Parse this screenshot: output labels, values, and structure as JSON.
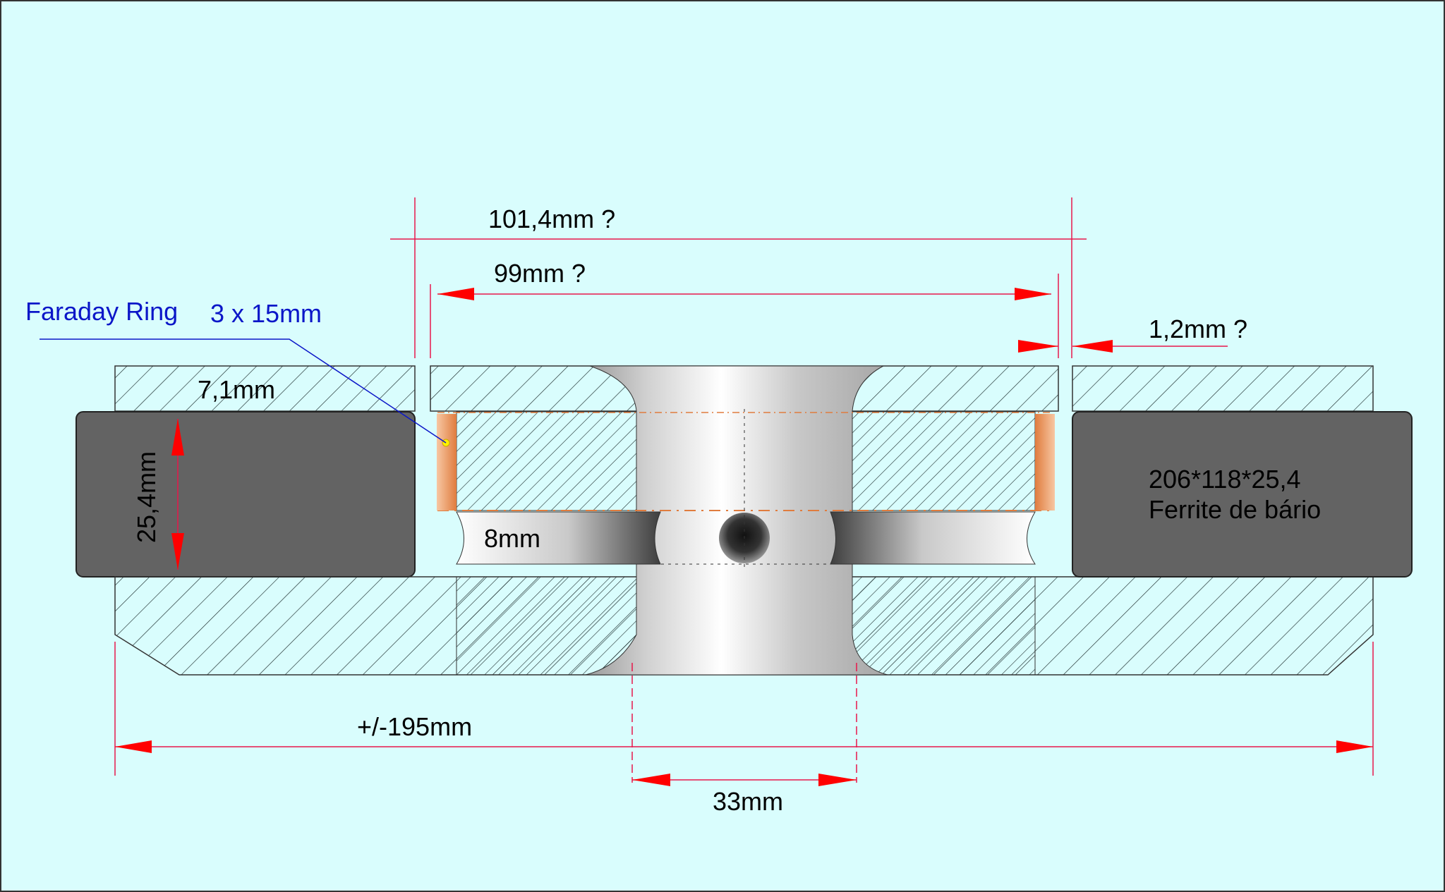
{
  "labels": {
    "faraday_ring": "Faraday Ring",
    "faraday_size": "3 x 15mm",
    "dim_101": "101,4mm  ?",
    "dim_99": "99mm  ?",
    "dim_12": "1,2mm  ?",
    "dim_71": "7,1mm",
    "dim_254": "25,4mm",
    "dim_8": "8mm",
    "dim_195": "+/-195mm",
    "dim_33": "33mm",
    "magnet_size": "206*118*25,4",
    "magnet_material": "Ferrite de bário"
  },
  "colors": {
    "background": "#D9FDFD",
    "dimension": "#E8174B",
    "arrow": "#FF0000",
    "leader": "#0B16C8",
    "magnet": "#636363",
    "copper": "#E8935A",
    "hatch": "#1A2A2A",
    "dot": "#FFF200"
  }
}
